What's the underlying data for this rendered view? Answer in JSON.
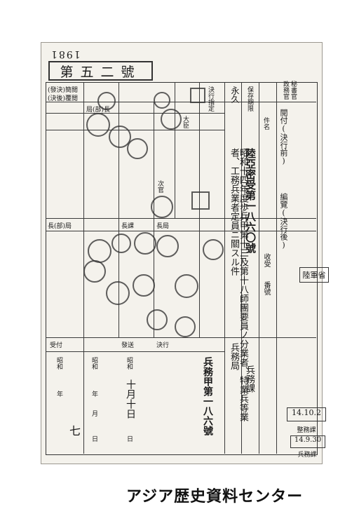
{
  "header": {
    "serial": "1981",
    "box_number": "第五二號",
    "receipt_labels": [
      "收受",
      "番號"
    ]
  },
  "form": {
    "left_block_labels": [
      "(發決)簡閲",
      "(決後)覆閲",
      "局(部)長",
      "長(部)局",
      "長課",
      "長局"
    ],
    "columns": {
      "execution_designation": "決行指定",
      "retention_period": "保存期限",
      "retention_value": "永久",
      "ministry": "政務官",
      "secretary": "秘書官",
      "circulation_before": "閲付(決行前)",
      "circulation_after": "編覽(決行後)",
      "official_grade": "次官",
      "minister": "大臣"
    },
    "subject_label": "件名",
    "subject_text": "昭和十四年度歩兵甲第十三及第十八師團要員ノ分業者、特業兵等業者、工務兵業者定員ニ關スル件",
    "filing_number": "陸亞密受第一八六〇號",
    "issuing_office": "兵務局",
    "section": "兵務課",
    "bottom_labels": {
      "accepted": "受付",
      "issued": "發送",
      "execution": "決行",
      "era": "昭和",
      "year": "年",
      "month": "月",
      "day": "日"
    },
    "bottom_values": {
      "accept_date": "十月十日",
      "execution_ref": "兵務甲第一八六號",
      "code": "七"
    }
  },
  "stamps": {
    "army_reception": "陸軍省",
    "date_1": "14.10.2",
    "date_2": "14.9.30",
    "office": "兵務課",
    "office_2": "整務課"
  },
  "footer": {
    "watermark": "アジア歴史資料センター"
  }
}
